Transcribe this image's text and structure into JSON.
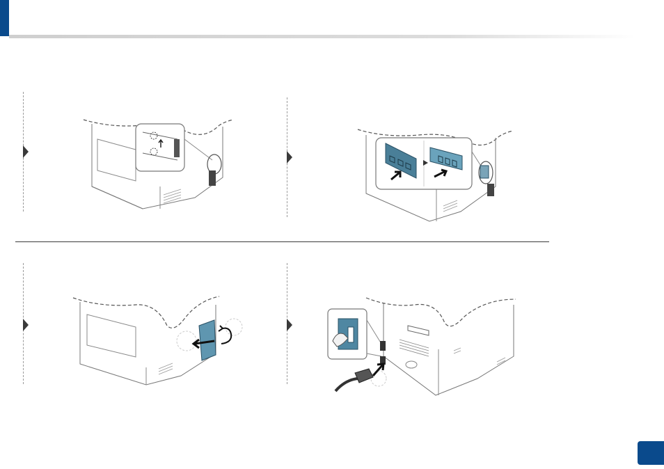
{
  "header": {
    "accent_color": "#0a4a8c"
  },
  "steps": [
    {
      "id": "step-1",
      "icon": "remove-screws-illustration"
    },
    {
      "id": "step-2",
      "icon": "insert-memory-module-illustration"
    },
    {
      "id": "step-3",
      "icon": "reattach-cover-illustration"
    },
    {
      "id": "step-4",
      "icon": "connect-power-cord-illustration"
    }
  ],
  "page_badge": {
    "color": "#0a4a8c"
  }
}
